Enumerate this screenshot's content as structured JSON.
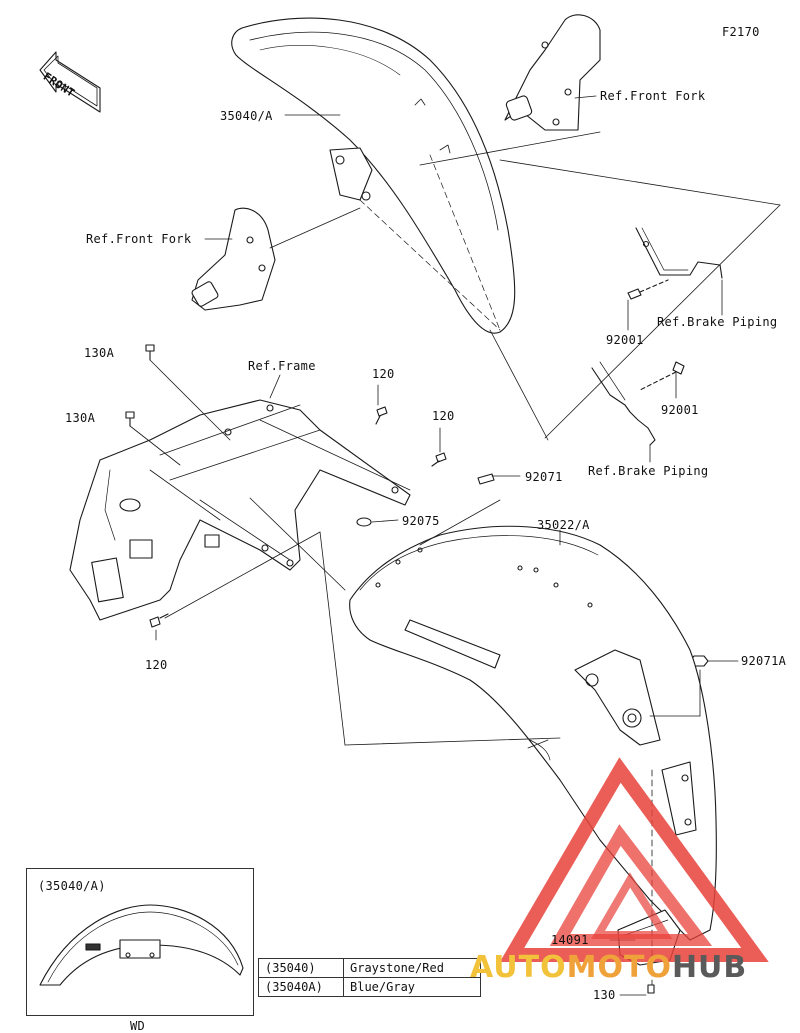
{
  "figure_id": "F2170",
  "direction_label": "FRONT",
  "labels": {
    "front_fender_part": "35040/A",
    "ref_front_fork_right": "Ref.Front Fork",
    "ref_front_fork_left": "Ref.Front Fork",
    "bolt_92001_top": "92001",
    "ref_brake_piping_top": "Ref.Brake Piping",
    "bolt_92001_lower": "92001",
    "ref_brake_piping_lower": "Ref.Brake Piping",
    "bolt_130a_top": "130A",
    "bolt_130a_left": "130A",
    "ref_frame": "Ref.Frame",
    "bolt_120_a": "120",
    "bolt_120_b": "120",
    "bolt_120_c": "120",
    "clip_92071": "92071",
    "grommet_92075": "92075",
    "rear_fender_part": "35022/A",
    "nut_92071a": "92071A",
    "cover_14091": "14091",
    "bolt_130": "130"
  },
  "inset": {
    "title": "(35040/A)",
    "caption": "WD"
  },
  "legend": [
    {
      "code": "(35040)",
      "color": "Graystone/Red"
    },
    {
      "code": "(35040A)",
      "color": "Blue/Gray"
    }
  ],
  "watermark": {
    "part1": "AUTO",
    "part2": "MOTO",
    "part3": "HUB",
    "triangle_color": "#e8423a"
  }
}
